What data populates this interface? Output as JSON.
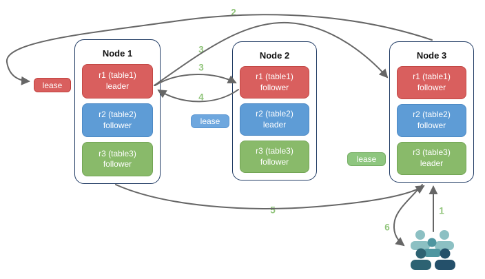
{
  "nodes": [
    {
      "title": "Node 1",
      "replicas": [
        {
          "name": "r1 (table1)",
          "role": "leader",
          "color": "red"
        },
        {
          "name": "r2 (table2)",
          "role": "follower",
          "color": "blue"
        },
        {
          "name": "r3 (table3)",
          "role": "follower",
          "color": "green"
        }
      ]
    },
    {
      "title": "Node 2",
      "replicas": [
        {
          "name": "r1 (table1)",
          "role": "follower",
          "color": "red"
        },
        {
          "name": "r2 (table2)",
          "role": "leader",
          "color": "blue"
        },
        {
          "name": "r3 (table3)",
          "role": "follower",
          "color": "green"
        }
      ]
    },
    {
      "title": "Node 3",
      "replicas": [
        {
          "name": "r1 (table1)",
          "role": "follower",
          "color": "red"
        },
        {
          "name": "r2 (table2)",
          "role": "follower",
          "color": "blue"
        },
        {
          "name": "r3 (table3)",
          "role": "leader",
          "color": "green"
        }
      ]
    }
  ],
  "leases": {
    "red": {
      "label": "lease",
      "color": "#d95f5e"
    },
    "blue": {
      "label": "lease",
      "color": "#6ea7de"
    },
    "green": {
      "label": "lease",
      "color": "#8ec67f"
    }
  },
  "steps": {
    "s1": "1",
    "s2": "2",
    "s3a": "3",
    "s3b": "3",
    "s4": "4",
    "s5": "5",
    "s6": "6"
  },
  "colors": {
    "leader_red": "#d95f5e",
    "follower_blue": "#5e9cd6",
    "follower_green": "#89ba6a",
    "node_border": "#1f3a63",
    "arrow": "#666666",
    "step_label": "#90c47a",
    "users_back": "#8cc0c3",
    "users_middle": "#4e96a0",
    "users_front_left": "#2d6272",
    "users_front_right": "#24506a"
  }
}
